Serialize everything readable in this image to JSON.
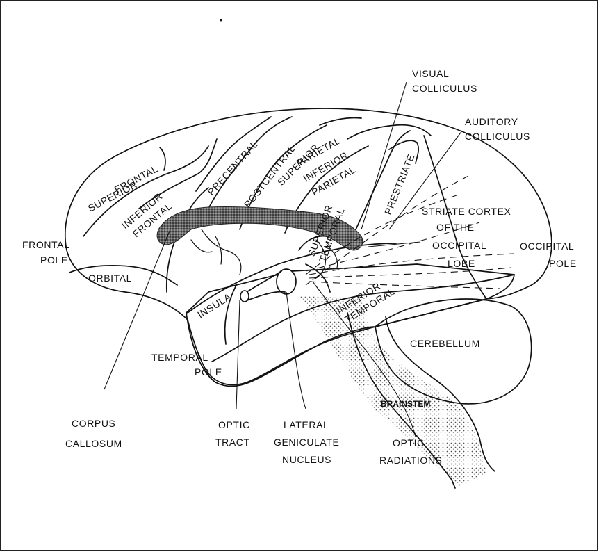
{
  "labels": {
    "visual_colliculus_1": "VISUAL",
    "visual_colliculus_2": "COLLICULUS",
    "auditory_colliculus_1": "AUDITORY",
    "auditory_colliculus_2": "COLLICULUS",
    "superior_frontal_1": "SUPERIOR",
    "superior_frontal_2": "FRONTAL",
    "inferior_frontal_1": "INFERIOR",
    "inferior_frontal_2": "FRONTAL",
    "precentral": "PRECENTRAL",
    "postcentral": "POSTCENTRAL",
    "superior_parietal_1": "SUPERIOR",
    "superior_parietal_2": "PARIETAL",
    "inferior_parietal_1": "INFERIOR",
    "inferior_parietal_2": "PARIETAL",
    "prestriate": "PRESTRIATE",
    "striate_1": "STRIATE CORTEX",
    "striate_2": "OF THE",
    "striate_3": "OCCIPITAL",
    "striate_4": "LOBE",
    "frontal_pole_1": "FRONTAL",
    "frontal_pole_2": "POLE",
    "occipital_pole_1": "OCCIPITAL",
    "occipital_pole_2": "POLE",
    "orbital": "ORBITAL",
    "superior_temporal_1": "SUPERIOR",
    "superior_temporal_2": "TEMPORAL",
    "insula": "INSULA",
    "inferior_temporal_1": "INFERIOR",
    "inferior_temporal_2": "TEMPORAL",
    "cerebellum": "CEREBELLUM",
    "temporal_pole_1": "TEMPORAL",
    "temporal_pole_2": "POLE",
    "brainstem": "BRAINSTEM",
    "corpus_callosum_1": "CORPUS",
    "corpus_callosum_2": "CALLOSUM",
    "optic_tract_1": "OPTIC",
    "optic_tract_2": "TRACT",
    "lgn_1": "LATERAL",
    "lgn_2": "GENICULATE",
    "lgn_3": "NUCLEUS",
    "optic_radiations_1": "OPTIC",
    "optic_radiations_2": "RADIATIONS"
  }
}
